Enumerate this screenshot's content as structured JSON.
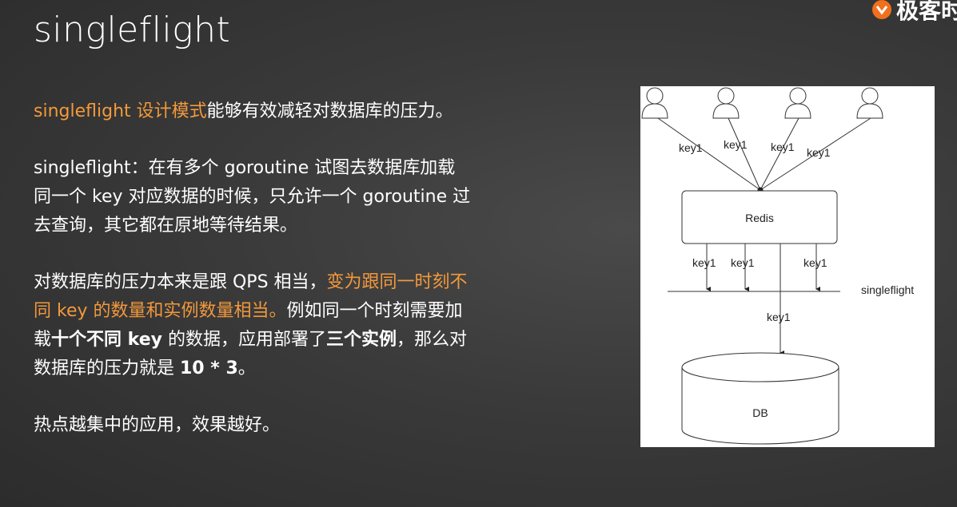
{
  "title": "singleflight",
  "logo": {
    "text": "极客时"
  },
  "paragraphs": {
    "p1": {
      "hl": "singleflight 设计模式",
      "rest": "能够有效减轻对数据库的压力。"
    },
    "p2": {
      "line1": "singleflight：在有多个 goroutine 试图去数据库加载",
      "line2": "同一个 key 对应数据的时候，只允许一个 goroutine 过",
      "line3": "去查询，其它都在原地等待结果。"
    },
    "p3": {
      "a": "对数据库的压力本来是跟 QPS 相当，",
      "hl1": "变为跟同一时刻不",
      "hl2": "同 key 的数量和实例数量相当。",
      "b": "例如同一个时刻需要加",
      "c": "载",
      "bold1": "十个不同 key",
      "d": " 的数据，应用部署了",
      "bold2": "三个实例",
      "e": "，那么对",
      "f": "数据库的压力就是 ",
      "bold3": "10 * 3",
      "g": "。"
    },
    "p4": "热点越集中的应用，效果越好。"
  },
  "diagram": {
    "top_keys": [
      "key1",
      "key1",
      "key1",
      "key1"
    ],
    "redis_label": "Redis",
    "mid_keys": [
      "key1",
      "key1",
      "key1"
    ],
    "singleflight_label": "singleflight",
    "db_key": "key1",
    "db_label": "DB"
  }
}
